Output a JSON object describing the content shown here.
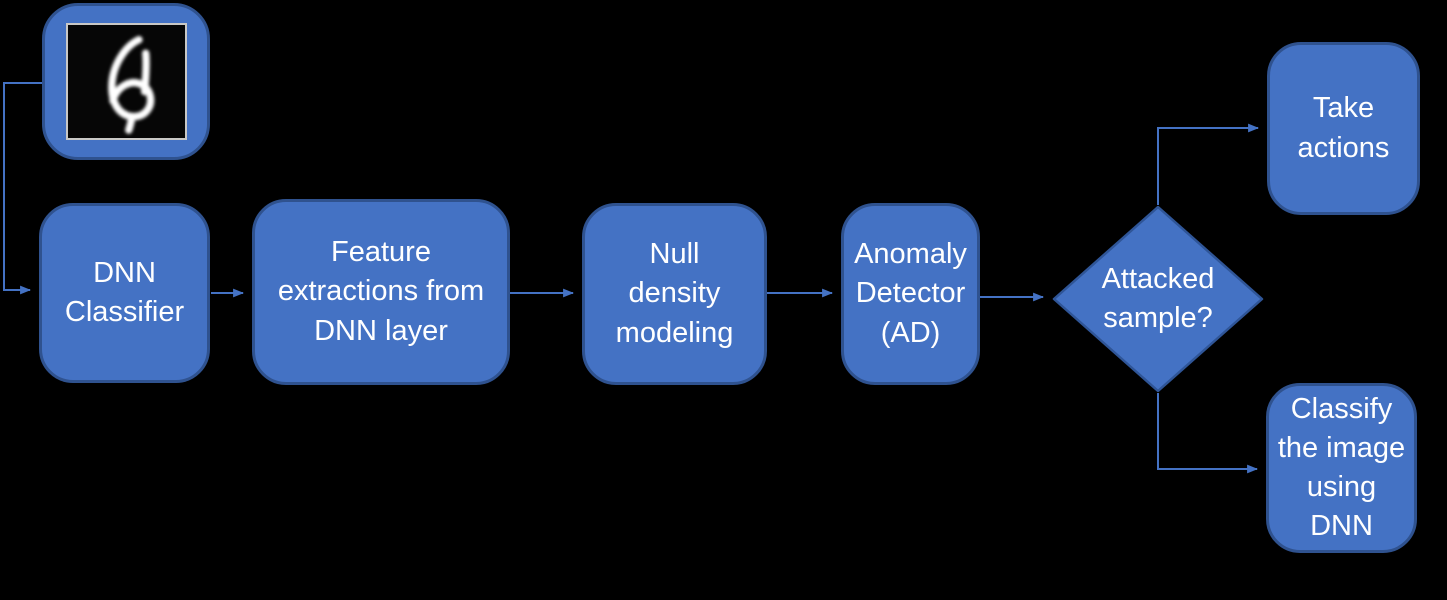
{
  "colors": {
    "background": "#000000",
    "node_fill": "#4472C4",
    "node_border": "#2F528F",
    "connector": "#4472C4",
    "label_text": "#FFFFFF",
    "digit_canvas_bg": "#060606",
    "digit_canvas_border": "#C9C8C6",
    "digit_stroke": "#FFFFFF"
  },
  "nodes": {
    "input_image": {
      "icon": "handwritten-digit-6-image"
    },
    "dnn_classifier": {
      "label": "DNN\nClassifier"
    },
    "feature_extraction": {
      "label": "Feature\nextractions from\nDNN layer"
    },
    "null_density": {
      "label": "Null\ndensity\nmodeling"
    },
    "anomaly_detector": {
      "label": "Anomaly\nDetector\n(AD)"
    },
    "decision": {
      "label": "Attacked\nsample?"
    },
    "take_actions": {
      "label": "Take\nactions"
    },
    "classify_dnn": {
      "label": "Classify\nthe image\nusing\nDNN"
    }
  },
  "connections": [
    {
      "from": "input_image",
      "to": "dnn_classifier",
      "style": "elbow-left"
    },
    {
      "from": "dnn_classifier",
      "to": "feature_extraction",
      "style": "straight"
    },
    {
      "from": "feature_extraction",
      "to": "null_density",
      "style": "straight"
    },
    {
      "from": "null_density",
      "to": "anomaly_detector",
      "style": "straight"
    },
    {
      "from": "anomaly_detector",
      "to": "decision",
      "style": "straight"
    },
    {
      "from": "decision",
      "to": "take_actions",
      "style": "elbow-up"
    },
    {
      "from": "decision",
      "to": "classify_dnn",
      "style": "elbow-down"
    }
  ]
}
